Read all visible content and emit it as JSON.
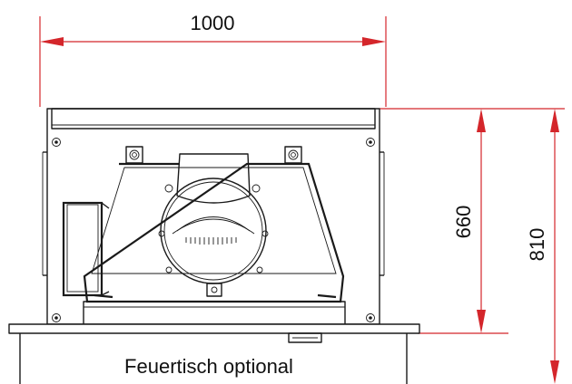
{
  "dimensions": {
    "width_label": "1000",
    "height_inner_label": "660",
    "height_total_label": "810"
  },
  "caption": "Feuertisch optional",
  "colors": {
    "dimension_red": "#d4262b",
    "line_black": "#1a1a1a"
  }
}
